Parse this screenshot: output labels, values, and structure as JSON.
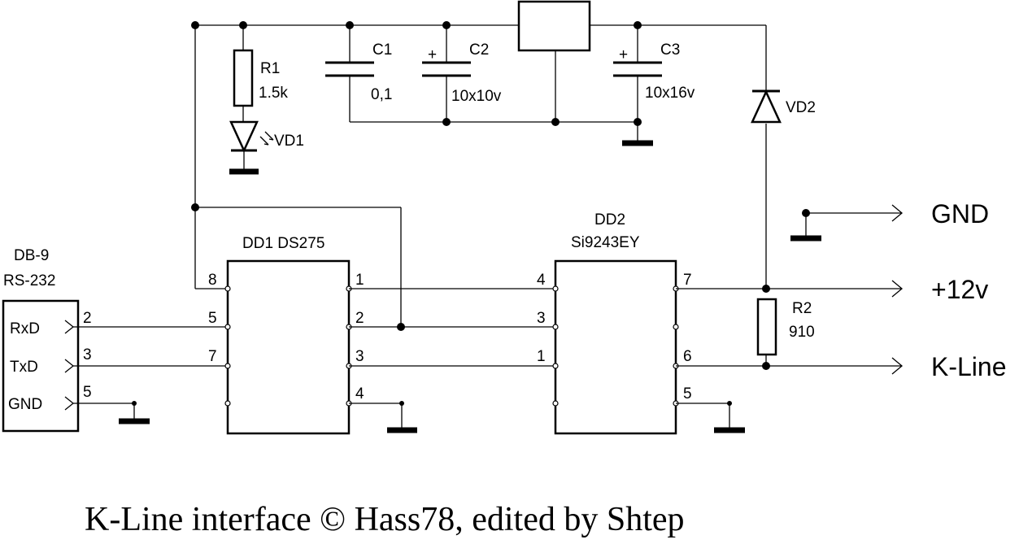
{
  "connector": {
    "name": "DB-9",
    "standard": "RS-232",
    "pins": [
      {
        "signal": "RxD",
        "num": "2"
      },
      {
        "signal": "TxD",
        "num": "3"
      },
      {
        "signal": "GND",
        "num": "5"
      }
    ]
  },
  "r1": {
    "ref": "R1",
    "value": "1.5k"
  },
  "vd1": {
    "ref": "VD1"
  },
  "c1": {
    "ref": "C1",
    "value": "0,1"
  },
  "c2": {
    "ref": "C2",
    "value": "10x10v",
    "polarity": "+"
  },
  "c3": {
    "ref": "C3",
    "value": "10x16v",
    "polarity": "+"
  },
  "vd2": {
    "ref": "VD2"
  },
  "r2": {
    "ref": "R2",
    "value": "910"
  },
  "dd1": {
    "label": "DD1 DS275",
    "pins_left": [
      "8",
      "5",
      "7"
    ],
    "pins_right": [
      "1",
      "2",
      "3",
      "4"
    ]
  },
  "dd2": {
    "label_ref": "DD2",
    "label_part": "Si9243EY",
    "pins_left": [
      "4",
      "3",
      "1"
    ],
    "pins_right": [
      "7",
      "6",
      "5"
    ]
  },
  "outputs": {
    "gnd": "GND",
    "vplus": "+12v",
    "kline": "K-Line"
  },
  "caption": "K-Line interface © Hass78, edited by Shtep"
}
